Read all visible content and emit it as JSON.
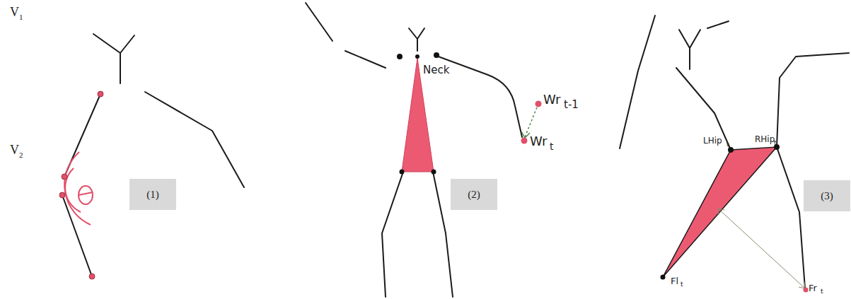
{
  "diagram": {
    "nodes": [
      {
        "text": [
          "(1)"
        ]
      },
      {
        "text": [
          "(2)"
        ]
      },
      {
        "text": [
          "(3)"
        ]
      }
    ],
    "labels": [
      "V",
      "1",
      "V",
      "2",
      "Neck",
      "Wr",
      "t-1",
      "Wr",
      "t",
      "LHip",
      "t",
      "RHip",
      "t",
      "Fl",
      "t",
      "Fr",
      "t"
    ]
  }
}
